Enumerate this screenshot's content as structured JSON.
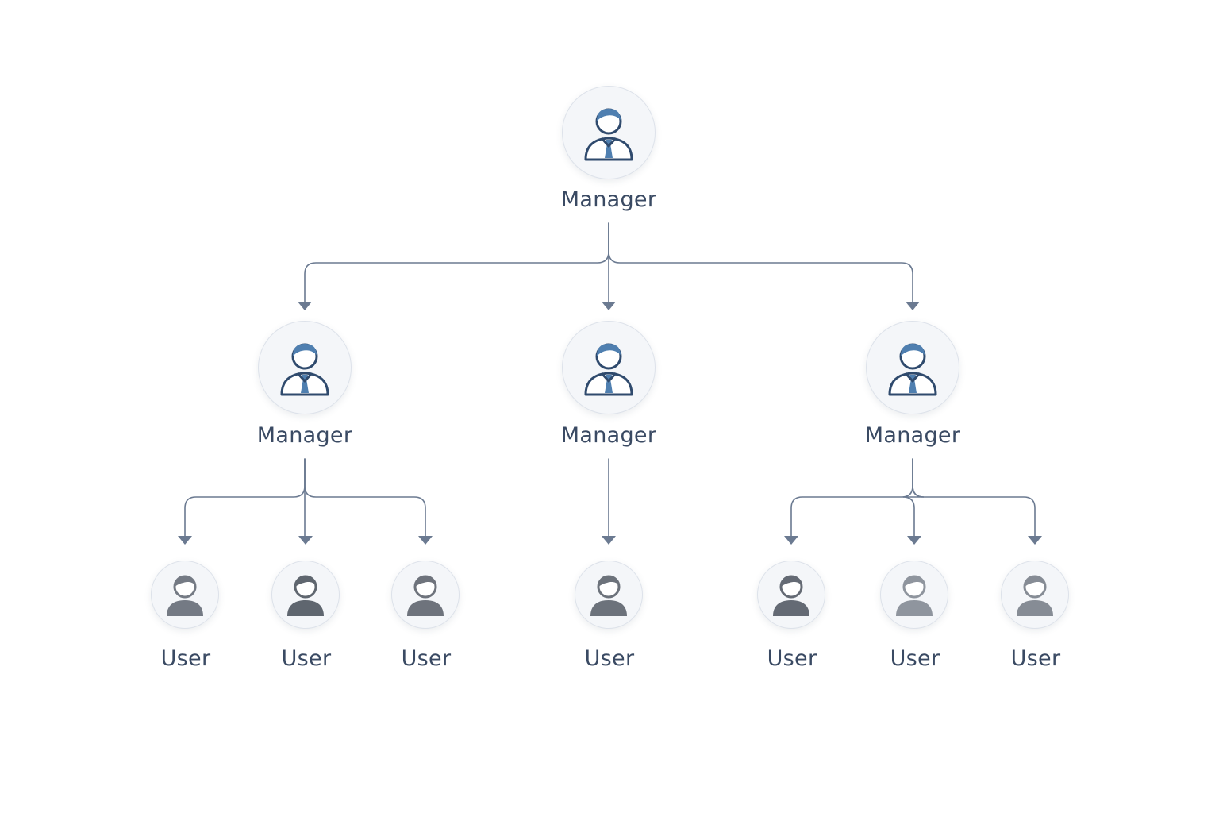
{
  "colors": {
    "connector": "#6b7a91",
    "label_text": "#3a4a63",
    "manager_icon_outline": "#2f4a6d",
    "manager_icon_fill": "#4f7fb0",
    "user_icon_fill": "#6e757f"
  },
  "icons": {
    "manager": "manager-avatar-icon",
    "user": "user-avatar-icon"
  },
  "nodes": [
    {
      "id": "root",
      "label": "Manager",
      "role": "manager",
      "parent": null
    },
    {
      "id": "m1",
      "label": "Manager",
      "role": "manager",
      "parent": "root"
    },
    {
      "id": "m2",
      "label": "Manager",
      "role": "manager",
      "parent": "root"
    },
    {
      "id": "m3",
      "label": "Manager",
      "role": "manager",
      "parent": "root"
    },
    {
      "id": "u1",
      "label": "User",
      "role": "user",
      "parent": "m1",
      "shade": "#747a84"
    },
    {
      "id": "u2",
      "label": "User",
      "role": "user",
      "parent": "m1",
      "shade": "#5f666f"
    },
    {
      "id": "u3",
      "label": "User",
      "role": "user",
      "parent": "m1",
      "shade": "#6e737c"
    },
    {
      "id": "u4",
      "label": "User",
      "role": "user",
      "parent": "m2",
      "shade": "#6c727b"
    },
    {
      "id": "u5",
      "label": "User",
      "role": "user",
      "parent": "m3",
      "shade": "#646a74"
    },
    {
      "id": "u6",
      "label": "User",
      "role": "user",
      "parent": "m3",
      "shade": "#8f959e"
    },
    {
      "id": "u7",
      "label": "User",
      "role": "user",
      "parent": "m3",
      "shade": "#868c95"
    }
  ]
}
